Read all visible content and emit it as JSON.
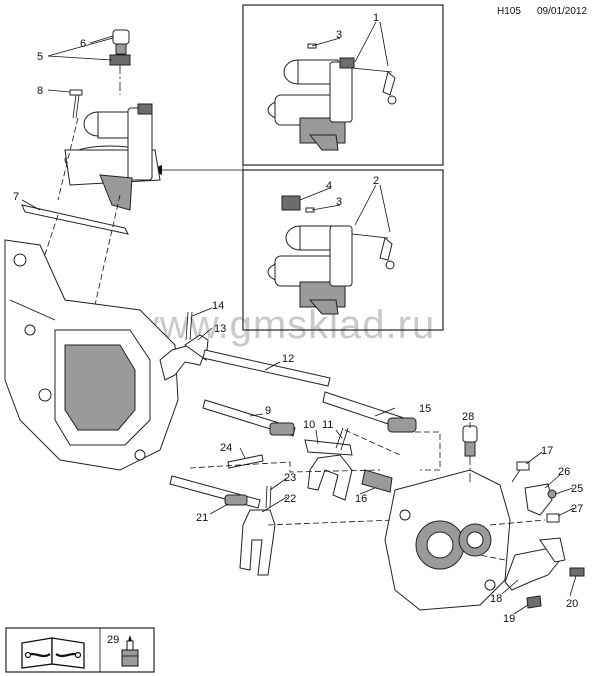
{
  "header": {
    "code": "H105",
    "date": "09/01/2012"
  },
  "watermark": "www.gmsklad.ru",
  "callouts": {
    "c1": "1",
    "c2": "2",
    "c3a": "3",
    "c3b": "3",
    "c4": "4",
    "c5": "5",
    "c6": "6",
    "c7": "7",
    "c8": "8",
    "c9": "9",
    "c10": "10",
    "c11": "11",
    "c12": "12",
    "c13": "13",
    "c14": "14",
    "c15": "15",
    "c16": "16",
    "c17": "17",
    "c18": "18",
    "c19": "19",
    "c20": "20",
    "c21": "21",
    "c22": "22",
    "c23": "23",
    "c24": "24",
    "c25": "25",
    "c26": "26",
    "c27": "27",
    "c28": "28",
    "c29": "29"
  },
  "icons": {
    "manual": "open-book-wrench-icon",
    "sealant": "sealant-tube-icon"
  }
}
